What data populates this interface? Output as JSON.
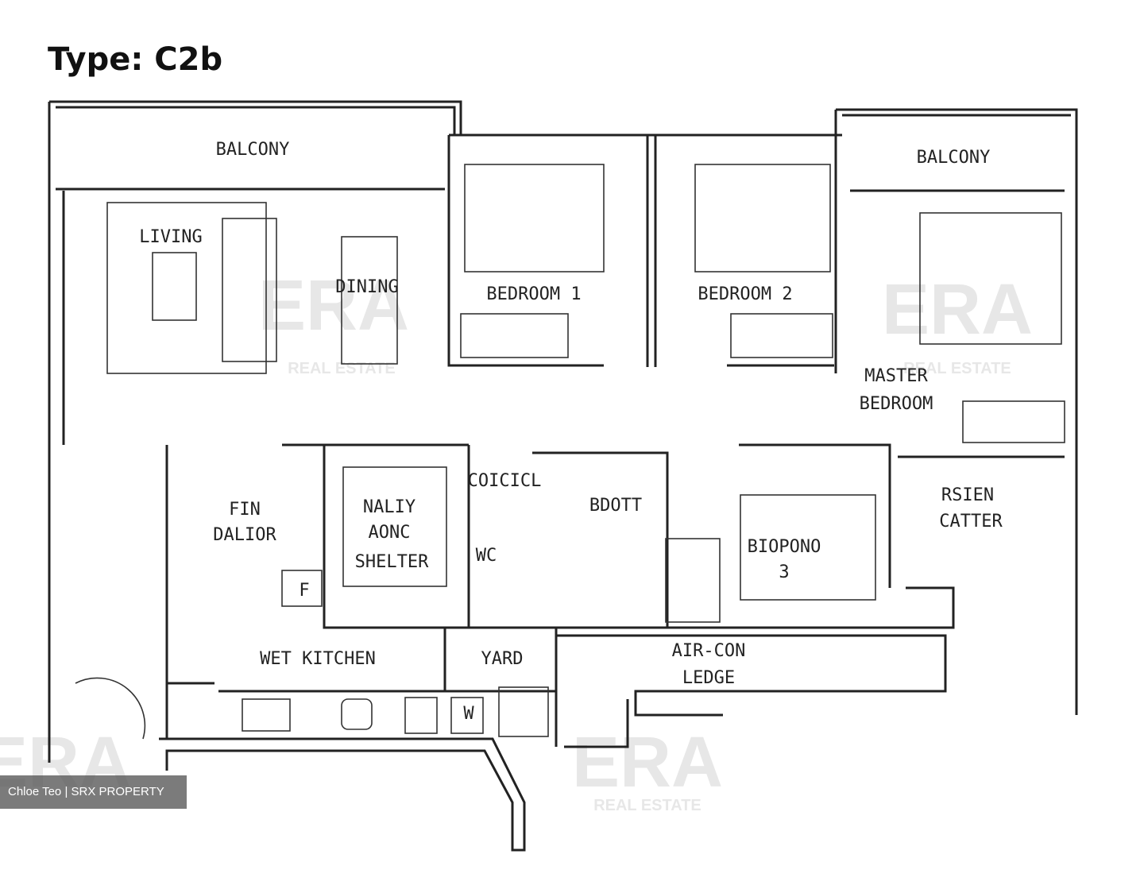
{
  "title": "Type: C2b",
  "rooms": {
    "balcony_left": "BALCONY",
    "balcony_right": "BALCONY",
    "living": "LIVING",
    "dining": "DINING",
    "bedroom1": "BEDROOM 1",
    "bedroom2": "BEDROOM 2",
    "master_line1": "MASTER",
    "master_line2": "BEDROOM",
    "fin_line1": "FIN",
    "fin_line2": "DALIOR",
    "shelter_line1": "NALIY",
    "shelter_line2": "AONC",
    "shelter_line3": "SHELTER",
    "wc": "WC",
    "coicicl": "COICICL",
    "bdott": "BDOTT",
    "bedroom3_line1": "BIOPONO",
    "bedroom3_line2": "3",
    "rsien_line1": "RSIEN",
    "rsien_line2": "CATTER",
    "wet_kitchen": "WET KITCHEN",
    "yard": "YARD",
    "aircon_line1": "AIR-CON",
    "aircon_line2": "LEDGE",
    "fridge": "F",
    "washer": "W"
  },
  "watermark": {
    "brand": "ERA",
    "sub": "REAL ESTATE"
  },
  "credit": "Chloe Teo | SRX PROPERTY"
}
